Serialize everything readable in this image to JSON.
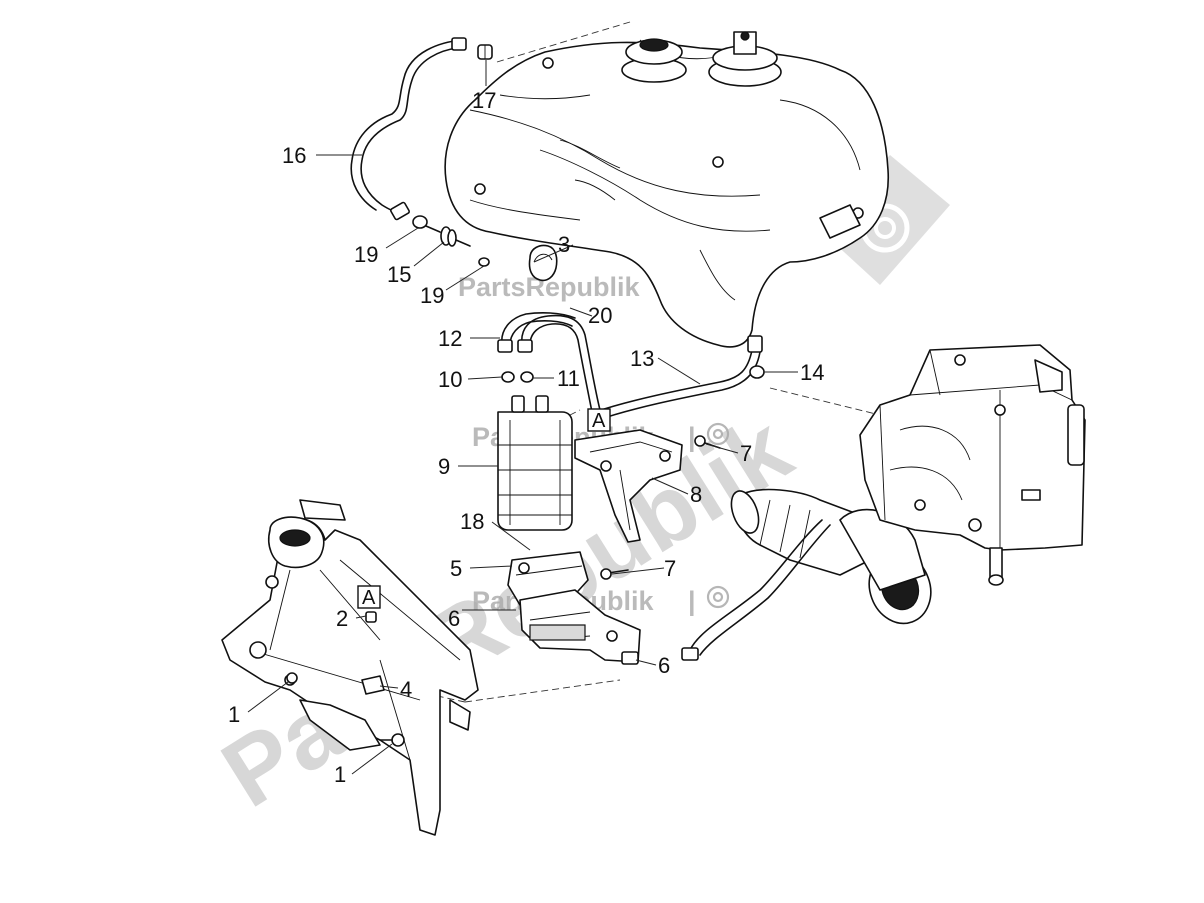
{
  "diagram": {
    "watermark": {
      "brand": "PartsRepublik",
      "separator": "|"
    },
    "callouts": [
      {
        "id": "c16",
        "number": "16"
      },
      {
        "id": "c17",
        "number": "17"
      },
      {
        "id": "c19a",
        "number": "19"
      },
      {
        "id": "c15",
        "number": "15"
      },
      {
        "id": "c19b",
        "number": "19"
      },
      {
        "id": "c3",
        "number": "3"
      },
      {
        "id": "c20",
        "number": "20"
      },
      {
        "id": "c12",
        "number": "12"
      },
      {
        "id": "c13",
        "number": "13"
      },
      {
        "id": "c14",
        "number": "14"
      },
      {
        "id": "c10",
        "number": "10"
      },
      {
        "id": "c11",
        "number": "11"
      },
      {
        "id": "c9",
        "number": "9"
      },
      {
        "id": "c7a",
        "number": "7"
      },
      {
        "id": "c8",
        "number": "8"
      },
      {
        "id": "c18",
        "number": "18"
      },
      {
        "id": "c5",
        "number": "5"
      },
      {
        "id": "c7b",
        "number": "7"
      },
      {
        "id": "c2",
        "number": "2"
      },
      {
        "id": "c6a",
        "number": "6"
      },
      {
        "id": "c6b",
        "number": "6"
      },
      {
        "id": "c4",
        "number": "4"
      },
      {
        "id": "c1a",
        "number": "1"
      },
      {
        "id": "c1b",
        "number": "1"
      }
    ],
    "reference_marks": [
      {
        "id": "refA1",
        "letter": "A"
      },
      {
        "id": "refA2",
        "letter": "A"
      }
    ]
  }
}
